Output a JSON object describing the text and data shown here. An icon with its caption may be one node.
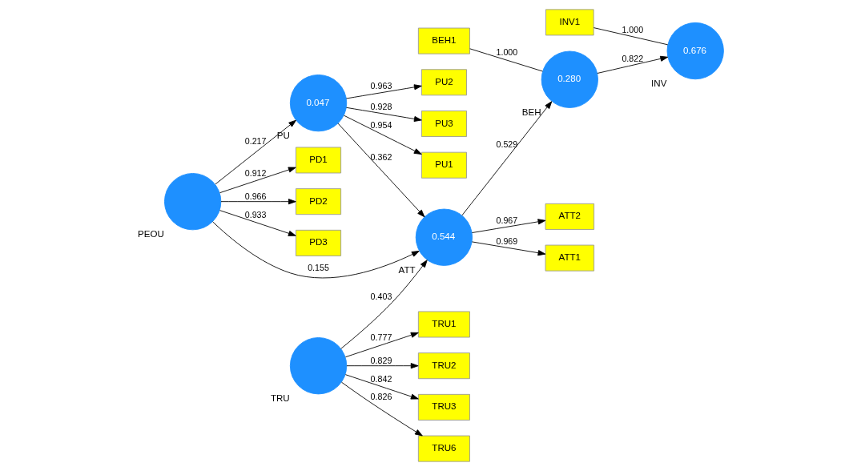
{
  "diagram": {
    "nodes": [
      {
        "text": [
          "PU2"
        ]
      },
      {
        "text": [
          "PU3"
        ]
      },
      {
        "text": [
          "PU1"
        ]
      },
      {
        "text": [
          "0.047"
        ],
        "beside": [
          "PU"
        ]
      },
      {
        "text": [
          "PD1"
        ]
      },
      {
        "text": [
          "PD2"
        ]
      },
      {
        "text": [
          "PD3"
        ]
      },
      {
        "text": [],
        "shape": "circle",
        "beside": [
          "PEOU"
        ]
      },
      {
        "text": [
          "TRU1"
        ]
      },
      {
        "text": [
          "TRU2"
        ]
      },
      {
        "text": [
          "TRU3"
        ]
      },
      {
        "text": [
          "TRU6"
        ]
      },
      {
        "text": [],
        "shape": "circle",
        "beside": [
          "TRU"
        ]
      },
      {
        "text": [
          "ATT2"
        ]
      },
      {
        "text": [
          "ATT1"
        ]
      },
      {
        "text": [
          "0.544"
        ],
        "beside": [
          "ATT"
        ]
      },
      {
        "text": [
          "BEH1"
        ]
      },
      {
        "text": [
          "0.280"
        ],
        "beside": [
          "BEH"
        ]
      },
      {
        "text": [
          "INV1"
        ]
      },
      {
        "text": [
          "0.676"
        ],
        "beside": [
          "INV"
        ]
      }
    ],
    "edges": [
      {
        "from": 3,
        "to": 0,
        "arrow": "to",
        "label": "0.963"
      },
      {
        "from": 3,
        "to": 1,
        "arrow": "to",
        "label": "0.928"
      },
      {
        "from": 3,
        "to": 2,
        "arrow": "to",
        "label": "0.954"
      },
      {
        "from": 7,
        "to": 3,
        "arrow": "to",
        "label": "0.217"
      },
      {
        "from": 3,
        "to": 15,
        "arrow": "to",
        "label": "0.362"
      },
      {
        "from": 7,
        "to": 4,
        "arrow": "to",
        "label": "0.912"
      },
      {
        "from": 7,
        "to": 5,
        "arrow": "to",
        "label": "0.966"
      },
      {
        "from": 7,
        "to": 6,
        "arrow": "to",
        "label": "0.933"
      },
      {
        "from": 7,
        "to": 15,
        "arrow": "to",
        "label": "0.155"
      },
      {
        "from": 12,
        "to": 8,
        "arrow": "to",
        "label": "0.777"
      },
      {
        "from": 12,
        "to": 9,
        "arrow": "to",
        "label": "0.829"
      },
      {
        "from": 12,
        "to": 10,
        "arrow": "to",
        "label": "0.842"
      },
      {
        "from": 12,
        "to": 11,
        "arrow": "to",
        "label": "0.826"
      },
      {
        "from": 12,
        "to": 15,
        "arrow": "to",
        "label": "0.403"
      },
      {
        "from": 15,
        "to": 13,
        "arrow": "to",
        "label": "0.967"
      },
      {
        "from": 15,
        "to": 14,
        "arrow": "to",
        "label": "0.969"
      },
      {
        "from": 15,
        "to": 17,
        "arrow": "to",
        "label": "0.529"
      },
      {
        "from": 16,
        "to": 17,
        "arrow": "none",
        "label": "1.000"
      },
      {
        "from": 17,
        "to": 19,
        "arrow": "to",
        "label": "0.822"
      },
      {
        "from": 18,
        "to": 19,
        "arrow": "none",
        "label": "1.000"
      }
    ]
  }
}
